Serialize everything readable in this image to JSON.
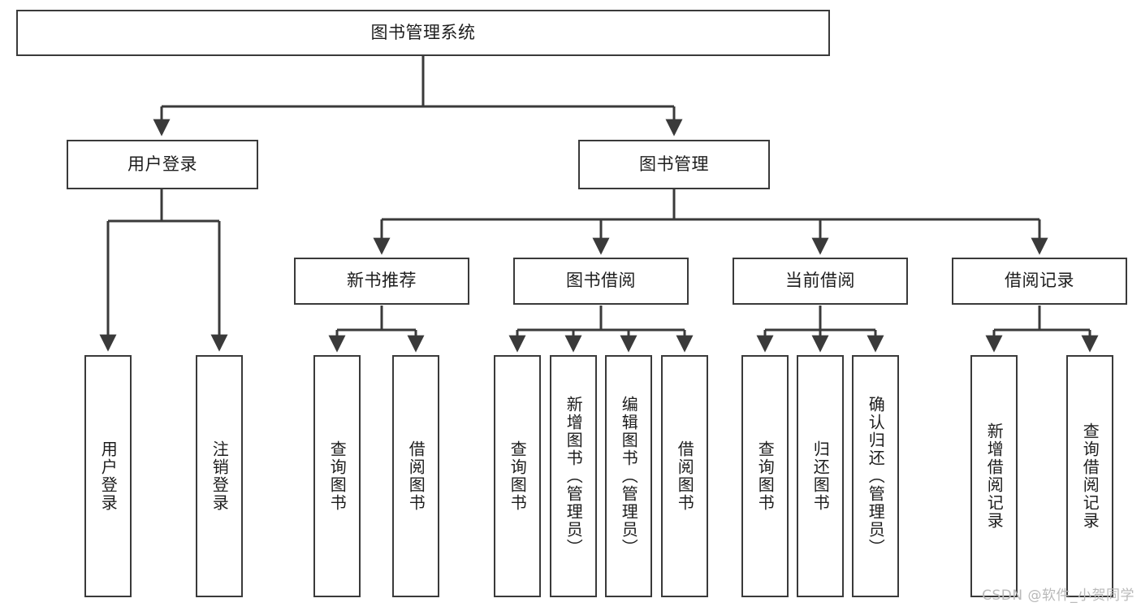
{
  "diagram": {
    "type": "tree-hierarchy",
    "title": "图书管理系统",
    "watermark": "CSDN @软件_小贺同学",
    "colors": {
      "stroke": "#3a3a3a",
      "fill": "#ffffff",
      "text": "#1d1d1d",
      "watermark": "#b9b9b9"
    },
    "root": {
      "id": "root",
      "label": "图书管理系统"
    },
    "level1": [
      {
        "id": "user-login",
        "label": "用户登录"
      },
      {
        "id": "book-manage",
        "label": "图书管理"
      }
    ],
    "level2": [
      {
        "id": "new-book-recommend",
        "label": "新书推荐",
        "parent": "book-manage"
      },
      {
        "id": "book-borrow",
        "label": "图书借阅",
        "parent": "book-manage"
      },
      {
        "id": "current-borrow",
        "label": "当前借阅",
        "parent": "book-manage"
      },
      {
        "id": "borrow-record",
        "label": "借阅记录",
        "parent": "book-manage"
      }
    ],
    "leaves": {
      "user-login": [
        {
          "id": "leaf-user-login",
          "label": "用户登录"
        },
        {
          "id": "leaf-user-logout",
          "label": "注销登录"
        }
      ],
      "new-book-recommend": [
        {
          "id": "leaf-query-book-1",
          "label": "查询图书"
        },
        {
          "id": "leaf-borrow-book-1",
          "label": "借阅图书"
        }
      ],
      "book-borrow": [
        {
          "id": "leaf-query-book-2",
          "label": "查询图书"
        },
        {
          "id": "leaf-add-book",
          "label": "新增图书（管理员）"
        },
        {
          "id": "leaf-edit-book",
          "label": "编辑图书（管理员）"
        },
        {
          "id": "leaf-borrow-book-2",
          "label": "借阅图书"
        }
      ],
      "current-borrow": [
        {
          "id": "leaf-query-book-3",
          "label": "查询图书"
        },
        {
          "id": "leaf-return-book",
          "label": "归还图书"
        },
        {
          "id": "leaf-confirm-return",
          "label": "确认归还（管理员）"
        }
      ],
      "borrow-record": [
        {
          "id": "leaf-add-record",
          "label": "新增借阅记录"
        },
        {
          "id": "leaf-query-record",
          "label": "查询借阅记录"
        }
      ]
    }
  }
}
